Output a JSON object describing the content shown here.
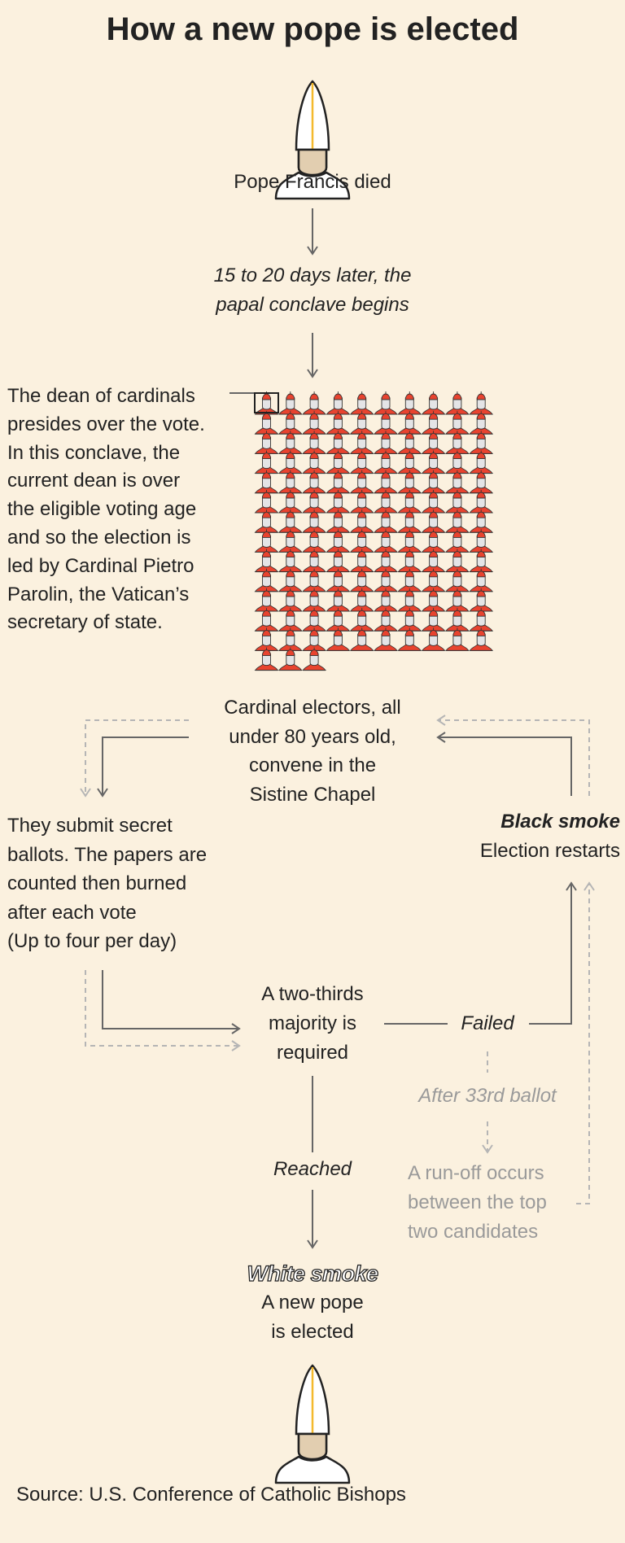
{
  "title": "How a new pope is elected",
  "start": "Pope Francis died",
  "delay": [
    "15 to 20 days later, the",
    "papal conclave begins"
  ],
  "dean_note": [
    "The dean of cardinals",
    "presides over the vote.",
    "In this conclave, the",
    "current dean is over",
    "the eligible voting age",
    "and so the election is",
    "led by Cardinal Pietro",
    "Parolin, the Vatican’s",
    "secretary of state."
  ],
  "cardinal_count": 133,
  "electors": [
    "Cardinal electors, all",
    "under 80 years old,",
    "convene in the",
    "Sistine Chapel"
  ],
  "ballots": [
    "They submit secret",
    "ballots. The papers are",
    "counted then burned",
    "after each vote",
    "(Up to four per day)"
  ],
  "black_smoke": {
    "label": "Black smoke",
    "text": "Election restarts"
  },
  "majority": [
    "A two-thirds",
    "majority is",
    "required"
  ],
  "failed": "Failed",
  "after_ballot": "After 33rd ballot",
  "runoff": [
    "A run-off occurs",
    "between the top",
    "two candidates"
  ],
  "reached": "Reached",
  "white_smoke": {
    "label": "White smoke",
    "text": [
      "A new pope",
      "is elected"
    ]
  },
  "source": "Source: U.S. Conference of Catholic Bishops",
  "colors": {
    "background": "#fbf1df",
    "cardinal_red": "#e8432f",
    "face_gray": "#e4e4e6",
    "arrow": "#666666",
    "dashed": "#b5b5b5",
    "mitre_gold": "#f4b92d",
    "skin": "#e2ceb0"
  }
}
